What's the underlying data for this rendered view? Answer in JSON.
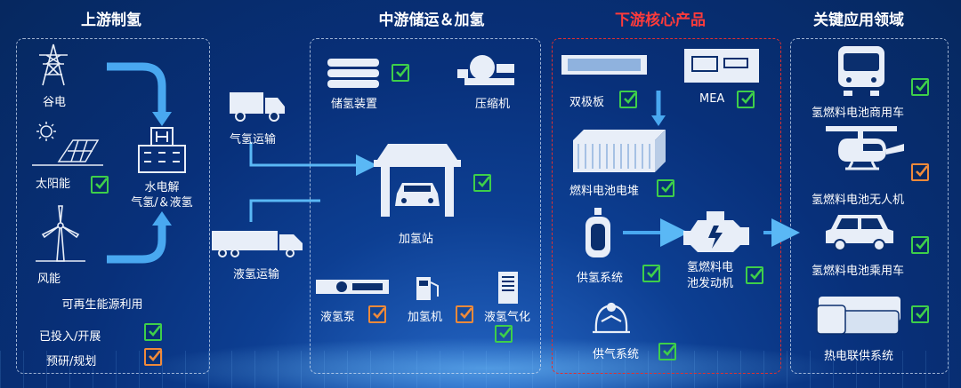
{
  "sections": {
    "upstream": "上游制氢",
    "midstream": "中游储运＆加氢",
    "downstream": "下游核心产品",
    "applications": "关键应用领域"
  },
  "upstream": {
    "grid_power": "谷电",
    "solar": "太阳能",
    "wind": "风能",
    "electrolysis_line1": "水电解",
    "electrolysis_line2": "气氢/＆液氢",
    "renewable": "可再生能源利用"
  },
  "legend": {
    "deployed": "已投入/开展",
    "planned": "预研/规划",
    "deployed_color": "#3ecf4a",
    "planned_color": "#f08a3a"
  },
  "transport": {
    "gas": "气氢运输",
    "liquid": "液氢运输"
  },
  "midstream": {
    "storage": "储氢装置",
    "compressor": "压缩机",
    "station": "加氢站",
    "pump": "液氢泵",
    "dispenser": "加氢机",
    "vaporizer": "液氢气化"
  },
  "downstream": {
    "bipolar_plate": "双极板",
    "mea": "MEA",
    "stack": "燃料电池电堆",
    "supply_system": "供氢系统",
    "engine_line1": "氢燃料电",
    "engine_line2": "池发动机",
    "gas_supply": "供气系统"
  },
  "applications": {
    "bus": "氢燃料电池商用车",
    "drone": "氢燃料电池无人机",
    "car": "氢燃料电池乘用车",
    "chp": "热电联供系统"
  }
}
